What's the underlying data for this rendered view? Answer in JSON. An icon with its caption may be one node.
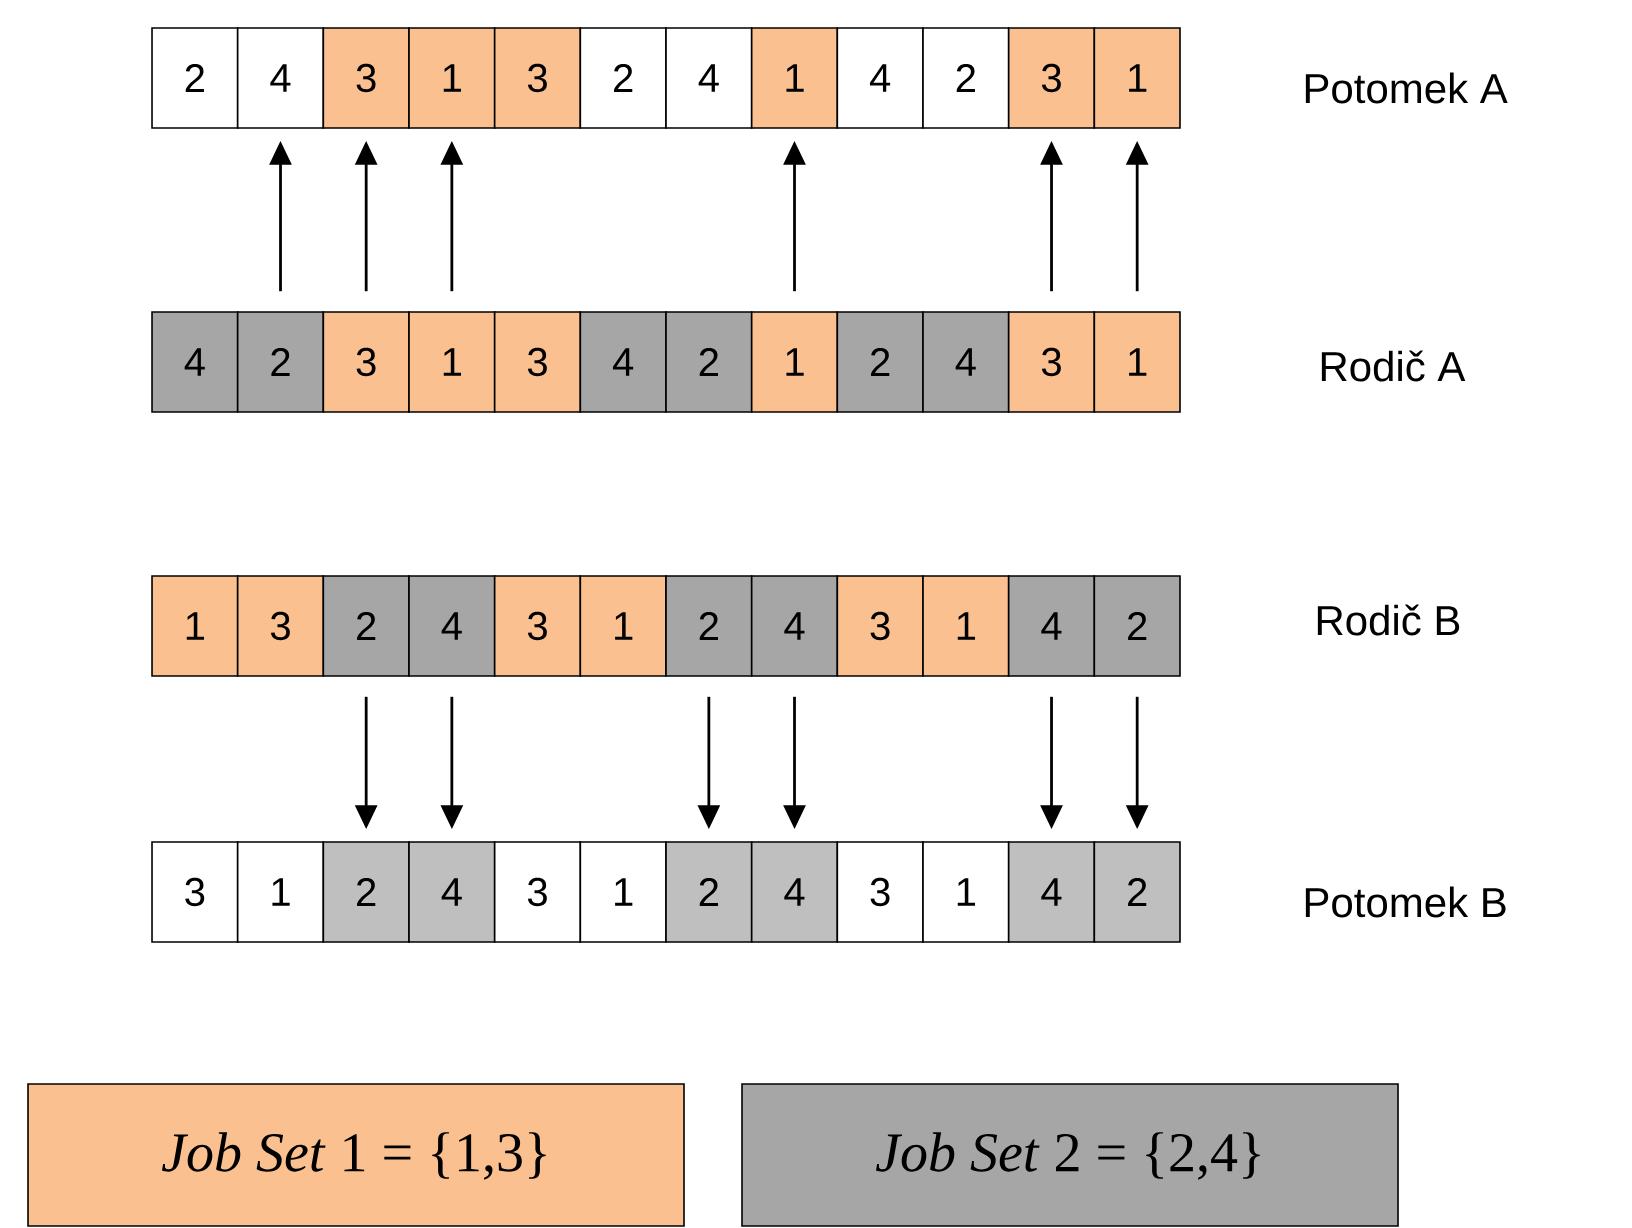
{
  "diagram": {
    "nodes": [
      {
        "text": [
          "2"
        ]
      },
      {
        "text": [
          "4"
        ]
      },
      {
        "text": [
          "3"
        ]
      },
      {
        "text": [
          "1"
        ]
      },
      {
        "text": [
          "3"
        ]
      },
      {
        "text": [
          "2"
        ]
      },
      {
        "text": [
          "4"
        ]
      },
      {
        "text": [
          "1"
        ]
      },
      {
        "text": [
          "4"
        ]
      },
      {
        "text": [
          "2"
        ]
      },
      {
        "text": [
          "3"
        ]
      },
      {
        "text": [
          "1"
        ]
      },
      {
        "text": [
          "4"
        ]
      },
      {
        "text": [
          "2"
        ]
      },
      {
        "text": [
          "3"
        ]
      },
      {
        "text": [
          "1"
        ]
      },
      {
        "text": [
          "3"
        ]
      },
      {
        "text": [
          "4"
        ]
      },
      {
        "text": [
          "2"
        ]
      },
      {
        "text": [
          "1"
        ]
      },
      {
        "text": [
          "2"
        ]
      },
      {
        "text": [
          "4"
        ]
      },
      {
        "text": [
          "3"
        ]
      },
      {
        "text": [
          "1"
        ]
      },
      {
        "text": [
          "1"
        ]
      },
      {
        "text": [
          "3"
        ]
      },
      {
        "text": [
          "2"
        ]
      },
      {
        "text": [
          "4"
        ]
      },
      {
        "text": [
          "3"
        ]
      },
      {
        "text": [
          "1"
        ]
      },
      {
        "text": [
          "2"
        ]
      },
      {
        "text": [
          "4"
        ]
      },
      {
        "text": [
          "3"
        ]
      },
      {
        "text": [
          "1"
        ]
      },
      {
        "text": [
          "4"
        ]
      },
      {
        "text": [
          "2"
        ]
      },
      {
        "text": [
          "3"
        ]
      },
      {
        "text": [
          "1"
        ]
      },
      {
        "text": [
          "2"
        ]
      },
      {
        "text": [
          "4"
        ]
      },
      {
        "text": [
          "3"
        ]
      },
      {
        "text": [
          "1"
        ]
      },
      {
        "text": [
          "2"
        ]
      },
      {
        "text": [
          "4"
        ]
      },
      {
        "text": [
          "3"
        ]
      },
      {
        "text": [
          "1"
        ]
      },
      {
        "text": [
          "4"
        ]
      },
      {
        "text": [
          "2"
        ]
      }
    ],
    "edges": [
      {
        "from": 13,
        "to": 1,
        "arrow": "to"
      },
      {
        "from": 14,
        "to": 2,
        "arrow": "to"
      },
      {
        "from": 15,
        "to": 3,
        "arrow": "to"
      },
      {
        "from": 19,
        "to": 7,
        "arrow": "to"
      },
      {
        "from": 22,
        "to": 10,
        "arrow": "to"
      },
      {
        "from": 23,
        "to": 11,
        "arrow": "to"
      },
      {
        "from": 26,
        "to": 38,
        "arrow": "to"
      },
      {
        "from": 27,
        "to": 39,
        "arrow": "to"
      },
      {
        "from": 30,
        "to": 42,
        "arrow": "to"
      },
      {
        "from": 31,
        "to": 43,
        "arrow": "to"
      },
      {
        "from": 34,
        "to": 46,
        "arrow": "to"
      },
      {
        "from": 35,
        "to": 47,
        "arrow": "to"
      }
    ],
    "labels": [
      "Potomek A",
      "Rodič A",
      "Rodič B",
      "Potomek B"
    ],
    "legend": [
      {
        "text": "*Job Set* 1 = {1,3}",
        "color": "#fac090"
      },
      {
        "text": "*Job Set* 2 = {2,4}",
        "color": "#a6a6a6"
      }
    ]
  }
}
